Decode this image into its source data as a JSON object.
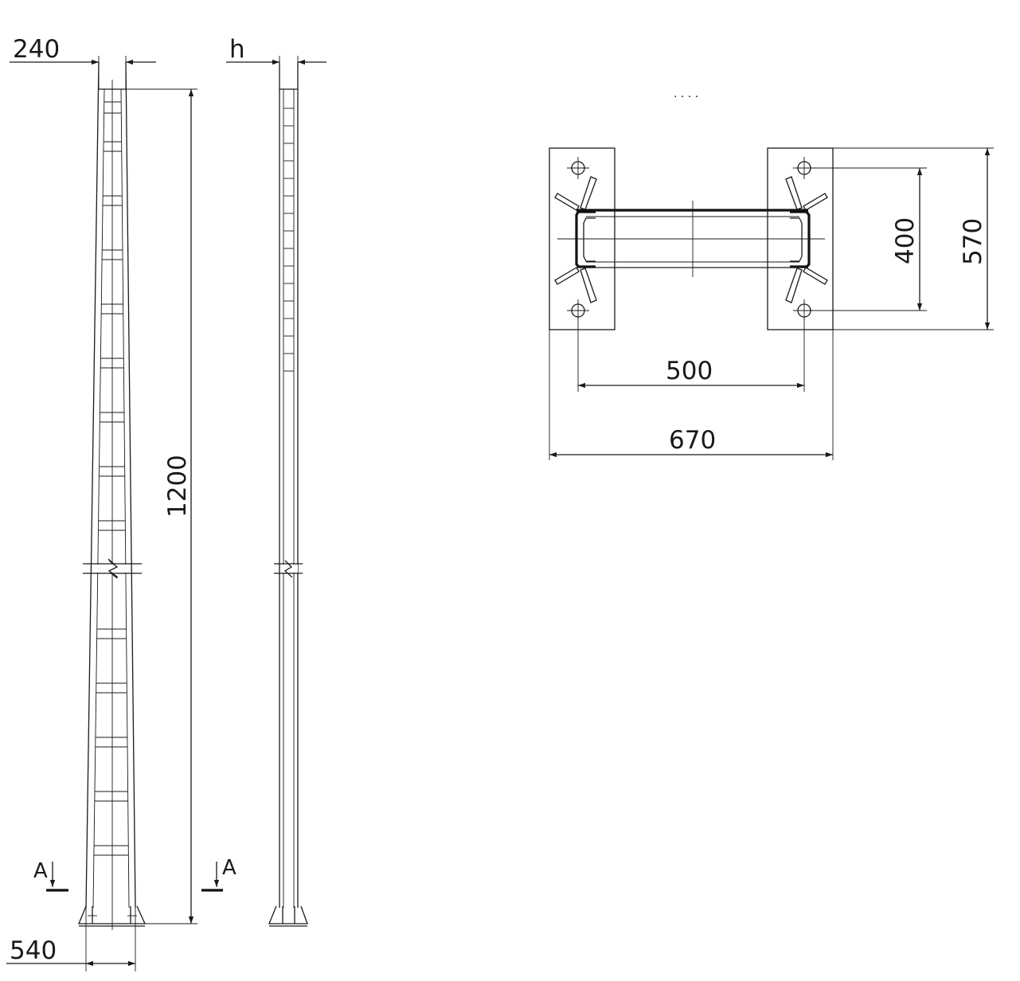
{
  "dimensions": {
    "top_width": "240",
    "profile_depth": "h",
    "height": "1200",
    "base_width": "540",
    "bolt_spacing_y": "400",
    "plate_height": "570",
    "bolt_spacing_x": "500",
    "overall_width": "670"
  },
  "section_marks": {
    "left": "A",
    "right": "A"
  },
  "plan_caption": ". . . ."
}
